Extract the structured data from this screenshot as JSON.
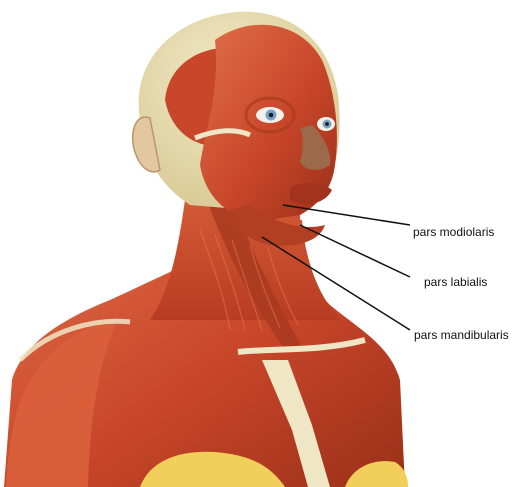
{
  "labels": [
    {
      "id": "modiolaris",
      "text": "pars modiolaris"
    },
    {
      "id": "labialis",
      "text": "pars labialis"
    },
    {
      "id": "mandibularis",
      "text": "pars mandibularis"
    }
  ],
  "colors": {
    "muscle": "#c8462a",
    "muscle_dark": "#8e2a17",
    "muscle_light": "#e07a52",
    "skull": "#e9ddb0",
    "tendon": "#efe6c6",
    "fat": "#f2cf5a",
    "iris": "#7aa2c8",
    "leader": "#111111"
  }
}
